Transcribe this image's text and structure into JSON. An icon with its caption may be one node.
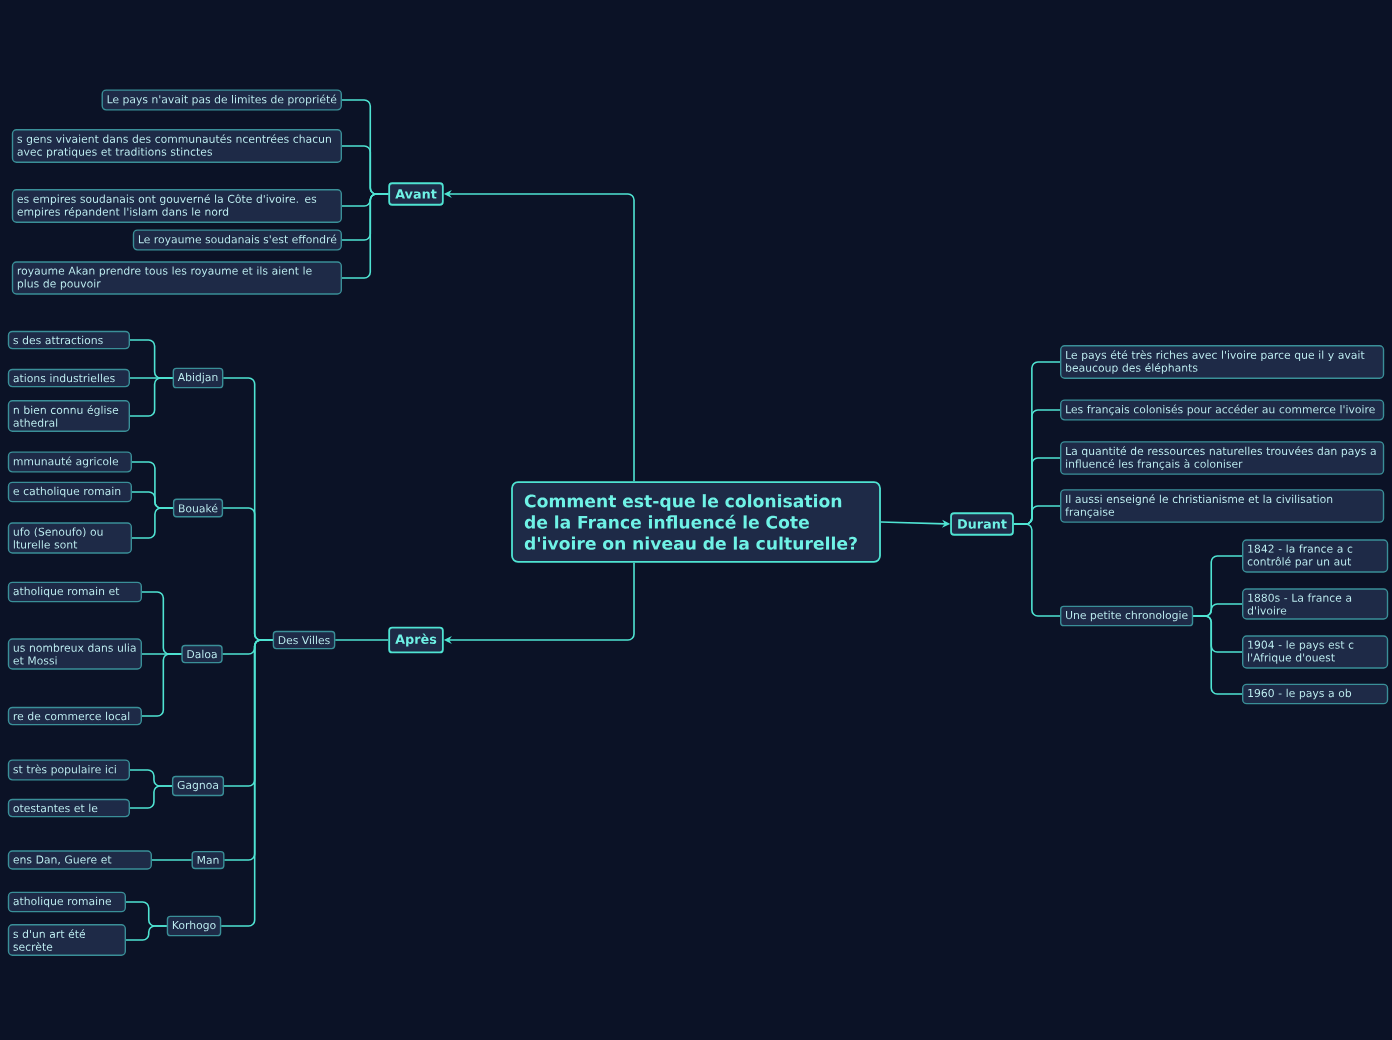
{
  "diagram": {
    "nodes": [
      {
        "text": [
          "Comment est-que le colonisation de la France influencé le Cote d'ivoire on niveau de la culturelle?"
        ]
      },
      {
        "text": [
          "Avant"
        ]
      },
      {
        "text": [
          "Le pays n'avait pas de limites de propriété"
        ]
      },
      {
        "text": [
          "s gens vivaient dans des communautés ncentrées chacun avec pratiques et traditions stinctes"
        ]
      },
      {
        "text": [
          "es empires soudanais ont gouverné la Côte d'ivoire. es empires répandent l'islam dans le nord"
        ]
      },
      {
        "text": [
          "Le royaume soudanais s'est effondré"
        ]
      },
      {
        "text": [
          "royaume Akan prendre tous les royaume et ils aient le plus de pouvoir"
        ]
      },
      {
        "text": [
          "Après"
        ]
      },
      {
        "text": [
          "Des Villes"
        ]
      },
      {
        "text": [
          "Abidjan"
        ]
      },
      {
        "text": [
          "s des attractions"
        ]
      },
      {
        "text": [
          "ations industrielles"
        ]
      },
      {
        "text": [
          "n bien connu église athedral"
        ]
      },
      {
        "text": [
          "Bouaké"
        ]
      },
      {
        "text": [
          "mmunauté agricole"
        ]
      },
      {
        "text": [
          "e catholique romain"
        ]
      },
      {
        "text": [
          "ufo (Senoufo) ou lturelle sont"
        ]
      },
      {
        "text": [
          "Daloa"
        ]
      },
      {
        "text": [
          "atholique romain et"
        ]
      },
      {
        "text": [
          "us nombreux dans ulia et Mossi"
        ]
      },
      {
        "text": [
          "re de commerce local"
        ]
      },
      {
        "text": [
          "Gagnoa"
        ]
      },
      {
        "text": [
          "st très populaire ici"
        ]
      },
      {
        "text": [
          "otestantes et le"
        ]
      },
      {
        "text": [
          "Man"
        ]
      },
      {
        "text": [
          "ens Dan, Guere et"
        ]
      },
      {
        "text": [
          "Korhogo"
        ]
      },
      {
        "text": [
          "atholique romaine"
        ]
      },
      {
        "text": [
          "s d'un art été secrète"
        ]
      },
      {
        "text": [
          "Durant"
        ]
      },
      {
        "text": [
          "Le pays été très riches avec l'ivoire parce que il y avait beaucoup des éléphants"
        ]
      },
      {
        "text": [
          "Les français colonisés pour accéder au commerce l'ivoire"
        ]
      },
      {
        "text": [
          "La quantité de ressources naturelles trouvées dan pays a influencé les français à coloniser"
        ]
      },
      {
        "text": [
          "Il aussi enseigné le christianisme et la civilisation française"
        ]
      },
      {
        "text": [
          "Une petite chronologie"
        ]
      },
      {
        "text": [
          "1842 - la france a c contrôlé par un aut"
        ]
      },
      {
        "text": [
          "1880s - La france a d'ivoire"
        ]
      },
      {
        "text": [
          "1904 - le pays est c l'Afrique d'ouest"
        ]
      },
      {
        "text": [
          "1960 - le pays a ob"
        ]
      }
    ],
    "edges": [
      {
        "from": 0,
        "to": 1,
        "arrow": "to"
      },
      {
        "from": 0,
        "to": 7,
        "arrow": "to"
      },
      {
        "from": 0,
        "to": 29,
        "arrow": "to"
      },
      {
        "from": 1,
        "to": 2,
        "arrow": "none"
      },
      {
        "from": 1,
        "to": 3,
        "arrow": "none"
      },
      {
        "from": 1,
        "to": 4,
        "arrow": "none"
      },
      {
        "from": 1,
        "to": 5,
        "arrow": "none"
      },
      {
        "from": 1,
        "to": 6,
        "arrow": "none"
      },
      {
        "from": 7,
        "to": 8,
        "arrow": "none"
      },
      {
        "from": 8,
        "to": 9,
        "arrow": "none"
      },
      {
        "from": 8,
        "to": 13,
        "arrow": "none"
      },
      {
        "from": 8,
        "to": 17,
        "arrow": "none"
      },
      {
        "from": 8,
        "to": 21,
        "arrow": "none"
      },
      {
        "from": 8,
        "to": 24,
        "arrow": "none"
      },
      {
        "from": 8,
        "to": 26,
        "arrow": "none"
      },
      {
        "from": 9,
        "to": 10,
        "arrow": "none"
      },
      {
        "from": 9,
        "to": 11,
        "arrow": "none"
      },
      {
        "from": 9,
        "to": 12,
        "arrow": "none"
      },
      {
        "from": 13,
        "to": 14,
        "arrow": "none"
      },
      {
        "from": 13,
        "to": 15,
        "arrow": "none"
      },
      {
        "from": 13,
        "to": 16,
        "arrow": "none"
      },
      {
        "from": 17,
        "to": 18,
        "arrow": "none"
      },
      {
        "from": 17,
        "to": 19,
        "arrow": "none"
      },
      {
        "from": 17,
        "to": 20,
        "arrow": "none"
      },
      {
        "from": 21,
        "to": 22,
        "arrow": "none"
      },
      {
        "from": 21,
        "to": 23,
        "arrow": "none"
      },
      {
        "from": 24,
        "to": 25,
        "arrow": "none"
      },
      {
        "from": 26,
        "to": 27,
        "arrow": "none"
      },
      {
        "from": 26,
        "to": 28,
        "arrow": "none"
      },
      {
        "from": 29,
        "to": 30,
        "arrow": "none"
      },
      {
        "from": 29,
        "to": 31,
        "arrow": "none"
      },
      {
        "from": 29,
        "to": 32,
        "arrow": "none"
      },
      {
        "from": 29,
        "to": 33,
        "arrow": "none"
      },
      {
        "from": 29,
        "to": 34,
        "arrow": "none"
      },
      {
        "from": 34,
        "to": 35,
        "arrow": "none"
      },
      {
        "from": 34,
        "to": 36,
        "arrow": "none"
      },
      {
        "from": 34,
        "to": 37,
        "arrow": "none"
      },
      {
        "from": 34,
        "to": 38,
        "arrow": "none"
      }
    ]
  }
}
